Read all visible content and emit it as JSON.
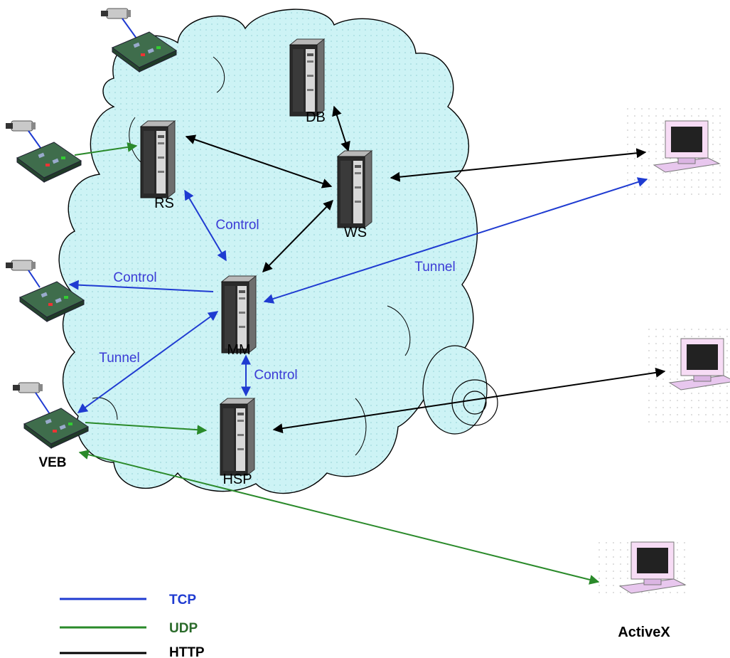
{
  "nodes": {
    "db": "DB",
    "rs": "RS",
    "ws": "WS",
    "mm": "MM",
    "hsp": "HSP",
    "veb": "VEB",
    "activex": "ActiveX"
  },
  "edge_labels": {
    "rs_mm": "Control",
    "mm_left": "Control",
    "mm_hsp": "Control",
    "tunnel_right": "Tunnel",
    "tunnel_left": "Tunnel"
  },
  "legend": [
    {
      "label": "TCP",
      "color": "#1f3bd1"
    },
    {
      "label": "UDP",
      "color": "#2a8a2a"
    },
    {
      "label": "HTTP",
      "color": "#000000"
    }
  ],
  "colors": {
    "tcp": "#1f3bd1",
    "udp": "#2a8a2a",
    "http": "#000000",
    "cloud": "#cdf3f5"
  }
}
